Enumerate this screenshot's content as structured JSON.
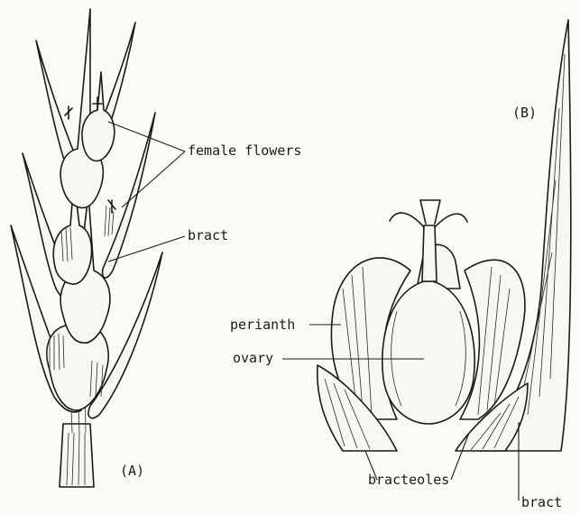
{
  "figure": {
    "panel_a": "(A)",
    "panel_b": "(B)",
    "labels": {
      "female_flowers": "female flowers",
      "bract_a": "bract",
      "perianth": "perianth",
      "ovary": "ovary",
      "bracteoles": "bracteoles",
      "bract_b": "bract"
    }
  }
}
